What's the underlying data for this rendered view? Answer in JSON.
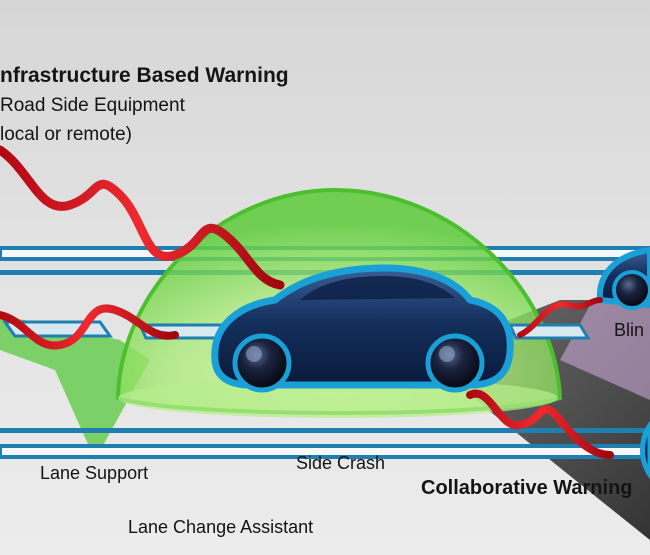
{
  "labels": {
    "infrastructure_title": "nfrastructure Based Warning",
    "road_side_line1": "Road Side Equipment",
    "road_side_line2": "local or remote)",
    "blind_spot": "Blin",
    "lane_support": "Lane Support",
    "side_crash": "Side Crash",
    "collaborative_warning": "Collaborative Warning",
    "lane_change_assistant": "Lane Change Assistant"
  },
  "icons": [
    "car-icon",
    "signal-wave-icon",
    "sensor-dome-icon"
  ],
  "colors": {
    "background": "#e0e0e0",
    "lane_blue": "#1e7fb0",
    "lane_white": "#f4f8fb",
    "car_body": "#0f2a55",
    "car_outline": "#1a9fd6",
    "wheel": "#0a0f1e",
    "dome_green": "#7ed957",
    "beam_green": "#4ec93b",
    "wave_red": "#d7141f",
    "shadow_beam": "#3a3a3a"
  }
}
